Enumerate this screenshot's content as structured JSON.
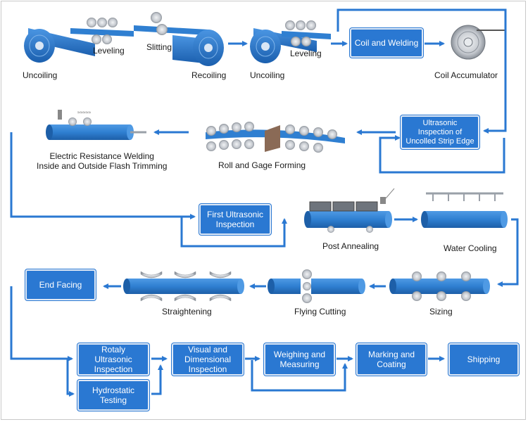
{
  "colors": {
    "flow_blue": "#2a78d2",
    "pipe_blue": "#2f7fd1",
    "roller_gray": "#b9bec6"
  },
  "labels": {
    "uncoiling_1": "Uncoiling",
    "leveling_1": "Leveling",
    "slitting": "Slitting",
    "recoiling": "Recoiling",
    "uncoiling_2": "Uncoiling",
    "leveling_2": "Leveling",
    "coil_accumulator": "Coil Accumulator",
    "erw": "Electric Resistance Welding\nInside and Outside Flash Trimming",
    "roll_gage": "Roll and Gage Forming",
    "post_annealing": "Post Annealing",
    "water_cooling": "Water Cooling",
    "straightening": "Straightening",
    "flying_cutting": "Flying Cutting",
    "sizing": "Sizing"
  },
  "boxes": {
    "coil_welding": "Coil and Welding",
    "ultrasonic_edge": "Ultrasonic\nInspection of\nUncolled Strip Edge",
    "first_ultrasonic": "First Ultrasonic\nInspection",
    "end_facing": "End Facing",
    "rotaly_ultrasonic": "Rotaly\nUltrasonic\nInspection",
    "hydrostatic": "Hydrostatic\nTesting",
    "visual_dimensional": "Visual and\nDimensional\nInspection",
    "weighing": "Weighing and\nMeasuring",
    "marking": "Marking and\nCoating",
    "shipping": "Shipping"
  },
  "icons": [
    "coil-icon",
    "roller-icon",
    "pipe-icon",
    "tank-icon",
    "spray-nozzle-icon",
    "cutter-disc-icon"
  ]
}
